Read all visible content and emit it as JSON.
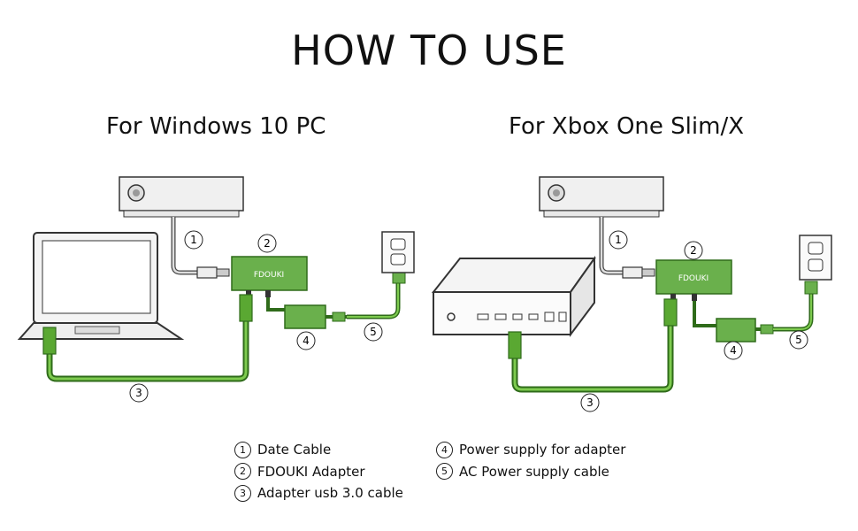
{
  "title": "HOW TO USE",
  "sections": [
    {
      "title": "For Windows 10 PC"
    },
    {
      "title": "For Xbox One Slim/X"
    }
  ],
  "adapter_label": "FDOUKI",
  "callouts": [
    "1",
    "2",
    "3",
    "4",
    "5"
  ],
  "legend": [
    {
      "num": "1",
      "text": "Date Cable"
    },
    {
      "num": "2",
      "text": "FDOUKI Adapter"
    },
    {
      "num": "3",
      "text": "Adapter usb 3.0 cable"
    },
    {
      "num": "4",
      "text": "Power supply for adapter"
    },
    {
      "num": "5",
      "text": "AC Power supply cable"
    }
  ],
  "colors": {
    "cable": "#5aa832",
    "cable_dark": "#2f6b1a",
    "adapter": "#6ab04c",
    "outline": "#333333"
  }
}
